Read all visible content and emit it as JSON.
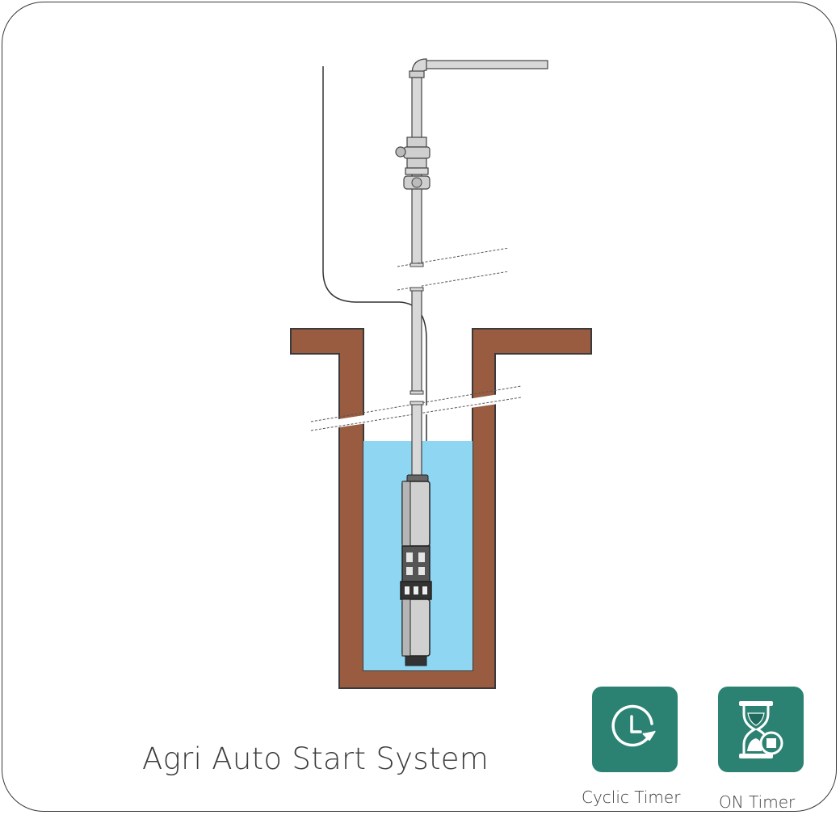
{
  "title": "Agri Auto Start System",
  "controls": [
    {
      "id": "cyclic",
      "label": "Cyclic Timer",
      "icon": "clock-cycle-icon"
    },
    {
      "id": "on",
      "label": "ON Timer",
      "icon": "hourglass-stop-icon"
    }
  ],
  "colors": {
    "accent": "#2b8272",
    "soil": "#9a5c40",
    "water": "#8fd6f3",
    "pipe": "#d8d8d8"
  }
}
